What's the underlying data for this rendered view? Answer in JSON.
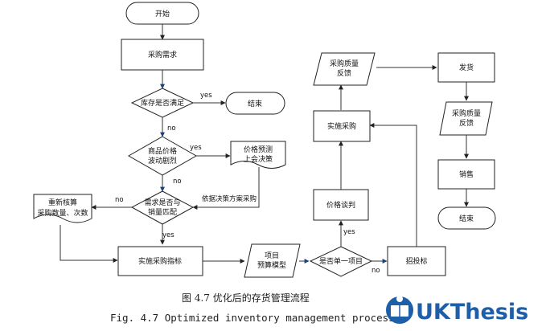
{
  "nodes": {
    "start": "开始",
    "purchase_demand": "采购需求",
    "inventory_check": "库存是否满足",
    "end_top": "结束",
    "price_check": [
      "商品价格",
      "波动剧烈"
    ],
    "price_forecast": [
      "价格预测",
      "上会决策"
    ],
    "demand_check": [
      "需求是否与",
      "销量匹配"
    ],
    "recalc": [
      "重新核算",
      "采购数量、次数"
    ],
    "implement_indicator": "实施采购指标",
    "budget_model": [
      "项目",
      "预算模型"
    ],
    "single_project": "是否单一项目",
    "tender": "招投标",
    "negotiate": "价格谈判",
    "execute_purchase": "实施采购",
    "quality_feedback_1": [
      "采购质量",
      "反馈"
    ],
    "ship": "发货",
    "quality_feedback_2": [
      "采购质量",
      "反馈"
    ],
    "sales": "销售",
    "end_right": "结束"
  },
  "edge_labels": {
    "yes_inventory": "yes",
    "no_inventory": "no",
    "yes_price": "yes",
    "no_price": "no",
    "no_demand": "no",
    "yes_demand": "yes",
    "decide_by_plan": "依据决策方案采购",
    "yes_single": "yes",
    "no_single": "no"
  },
  "caption": {
    "chinese": "图 4.7  优化后的存货管理流程",
    "english": "Fig. 4.7 Optimized inventory management process"
  },
  "logo": {
    "text": "UKThesis",
    "color": "#1f5fa8"
  }
}
